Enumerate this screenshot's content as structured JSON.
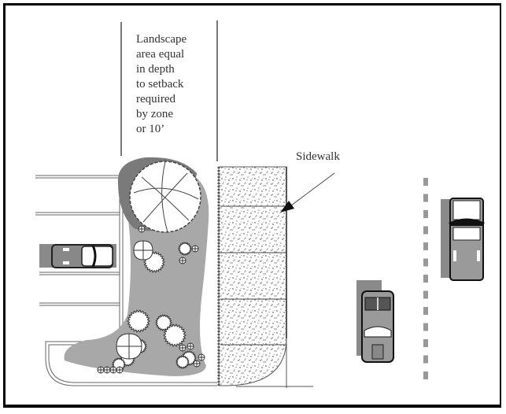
{
  "diagram": {
    "title": "Landscape setback site plan",
    "landscape_label": [
      "Landscape",
      "area equal",
      "in depth",
      "to setback",
      "required",
      "by zone",
      "or 10’"
    ],
    "sidewalk_label": "Sidewalk",
    "colors": {
      "frame": "#000000",
      "line": "#555555",
      "planting_bed": "#a8a8a8",
      "tree_shadow": "#7a7a7a",
      "car_shadow": "#8a8a8a",
      "car_body": "#9a9a9a",
      "lane_dash": "#999999",
      "sidewalk_speckle": "#333333"
    },
    "elements": [
      "parking-lot",
      "parked-truck",
      "planting-bed",
      "shade-tree",
      "shrubs",
      "sidewalk",
      "road-centerline",
      "convertible-car",
      "pickup-truck"
    ]
  }
}
